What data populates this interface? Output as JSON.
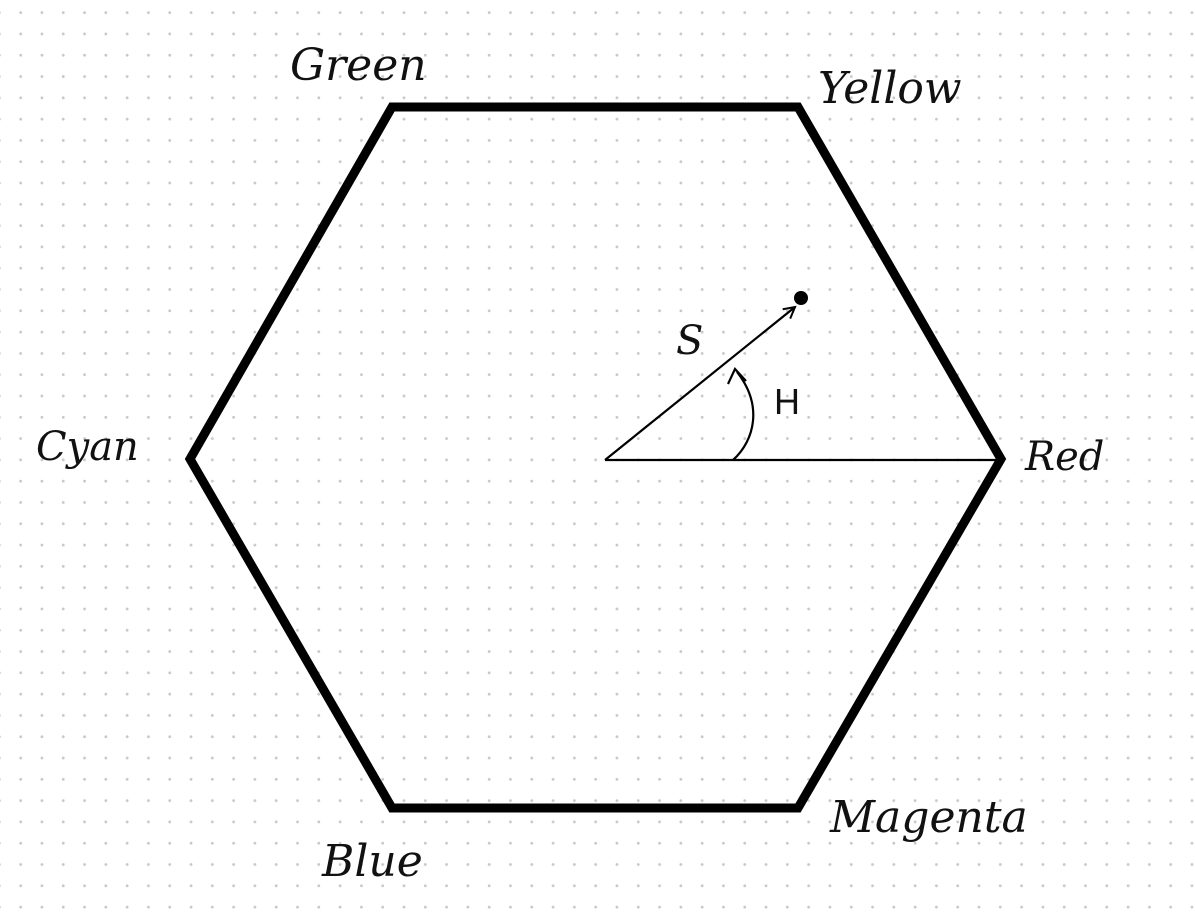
{
  "diagram": {
    "vertices": {
      "green": "Green",
      "yellow": "Yellow",
      "red": "Red",
      "magenta": "Magenta",
      "blue": "Blue",
      "cyan": "Cyan"
    },
    "saturation_label": "S",
    "hue_label": "H"
  },
  "colors": {
    "ink": "#000000",
    "background": "#ffffff",
    "grid_dot": "#c8c8c8"
  }
}
